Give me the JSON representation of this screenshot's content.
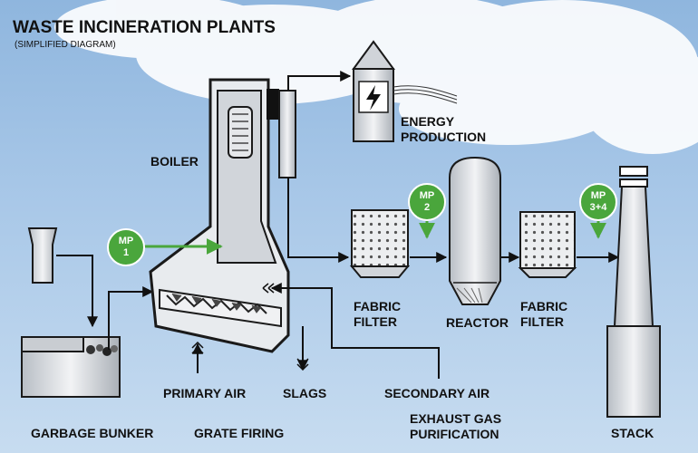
{
  "title": "WASTE INCINERATION PLANTS",
  "subtitle": "(SIMPLIFIED DIAGRAM)",
  "labels": {
    "boiler": "BOILER",
    "energy_production": [
      "ENERGY",
      "PRODUCTION"
    ],
    "fabric_filter_1": [
      "FABRIC",
      "FILTER"
    ],
    "reactor": "REACTOR",
    "fabric_filter_2": [
      "FABRIC",
      "FILTER"
    ],
    "primary_air": "PRIMARY AIR",
    "slags": "SLAGS",
    "secondary_air": "SECONDARY AIR",
    "garbage_bunker": "GARBAGE BUNKER",
    "grate_firing": "GRATE FIRING",
    "exhaust_gas_purification": [
      "EXHAUST GAS",
      "PURIFICATION"
    ],
    "stack": "STACK"
  },
  "measuring_points": [
    {
      "id": "mp1",
      "lines": [
        "MP",
        "1"
      ]
    },
    {
      "id": "mp2",
      "lines": [
        "MP",
        "2"
      ]
    },
    {
      "id": "mp34",
      "lines": [
        "MP",
        "3+4"
      ]
    }
  ],
  "colors": {
    "sky_top": "#8fb6de",
    "sky_bottom": "#c7dcf0",
    "equipment_fill": "#d9dde2",
    "outline": "#1a1a1a",
    "measuring_point": "#4aa63c",
    "energy_bolt": "#e8262a"
  },
  "icons": {
    "energy": "lightning-bolt-icon"
  }
}
